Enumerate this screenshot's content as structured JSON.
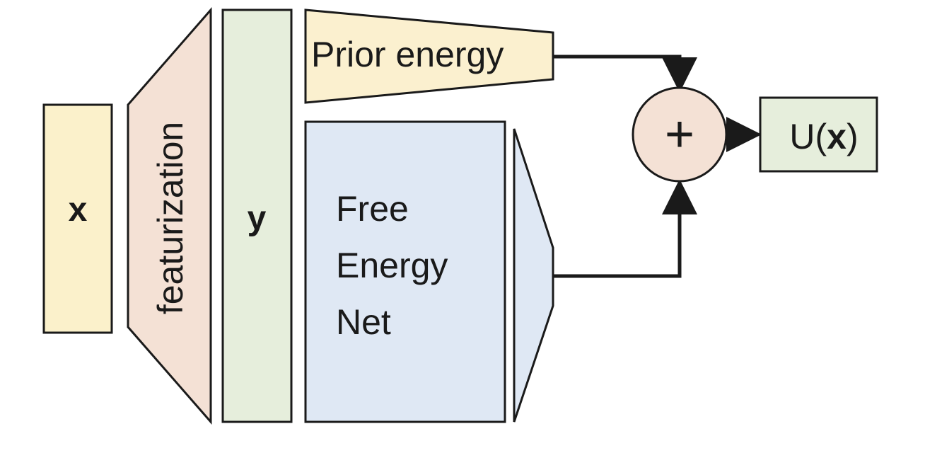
{
  "diagram": {
    "input_label": "x",
    "featurization_label": "featurization",
    "features_label": "y",
    "prior_energy_label": "Prior energy",
    "free_energy_net_lines": [
      "Free",
      "Energy",
      "Net"
    ],
    "sum_symbol": "+",
    "output_prefix": "U(",
    "output_var": "x",
    "output_suffix": ")"
  },
  "colors": {
    "input_fill": "#fbf1cb",
    "featurization_fill": "#f4e1d5",
    "features_fill": "#e6eedc",
    "prior_fill": "#fbf0cf",
    "free_energy_fill": "#dfe8f4",
    "sum_fill": "#f4e1d5",
    "output_fill": "#e6eedc",
    "stroke": "#1a1a1a"
  }
}
